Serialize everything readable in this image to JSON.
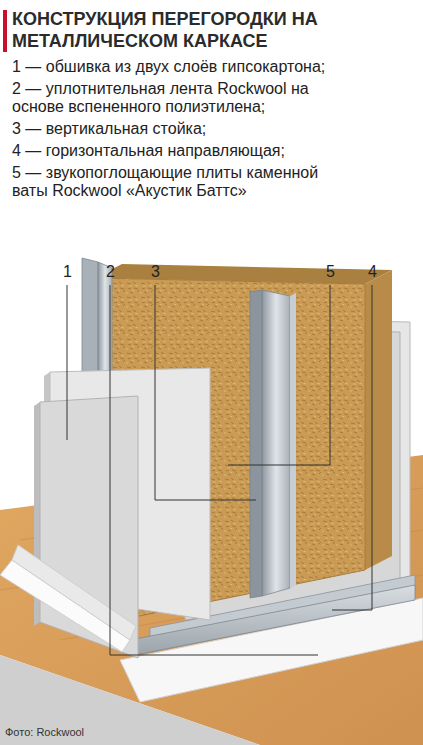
{
  "diagram": {
    "title": "КОНСТРУКЦИЯ ПЕРЕГОРОДКИ НА МЕТАЛЛИЧЕСКОМ КАРКАСЕ",
    "caption": "Фото: Rockwool",
    "labels": [
      "1 — обшивка из двух слоёв гипсокартона;",
      "2 — уплотнительная лента Rockwool на основе вспененного полиэтилена;",
      "3 — вертикальная стойка;",
      "4 — горизонтальная направляющая;",
      "5 — звукопоглощающие плиты каменной ваты Rockwool «Акустик Баттс»",
      "1",
      "2",
      "3",
      "5",
      "4"
    ]
  }
}
